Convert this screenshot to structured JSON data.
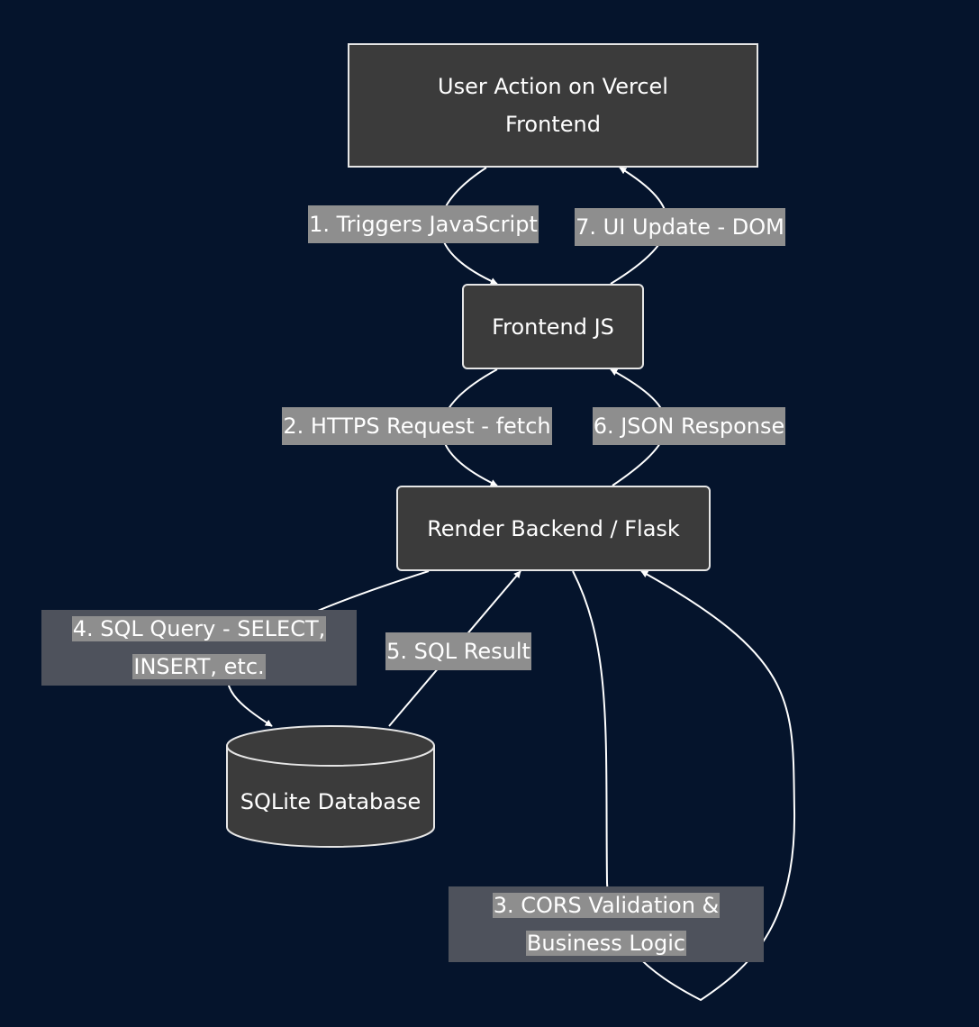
{
  "diagram": {
    "nodes": {
      "user_action": "User Action on Vercel Frontend",
      "frontend_js": "Frontend JS",
      "render_backend": "Render Backend / Flask",
      "sqlite_db": "SQLite Database"
    },
    "edges": {
      "e1": "1. Triggers JavaScript",
      "e2": "2. HTTPS Request - fetch",
      "e3": "3. CORS Validation & Business Logic",
      "e4": "4. SQL Query - SELECT, INSERT, etc.",
      "e5": "5. SQL Result",
      "e6": "6. JSON Response",
      "e7": "7. UI Update - DOM"
    }
  },
  "colors": {
    "background": "#05142c",
    "node_fill": "#3b3b3b",
    "node_stroke": "#e6e6e6",
    "edge": "#ffffff",
    "label_box": "#4e525c",
    "label_highlight": "#8e8e8e"
  }
}
